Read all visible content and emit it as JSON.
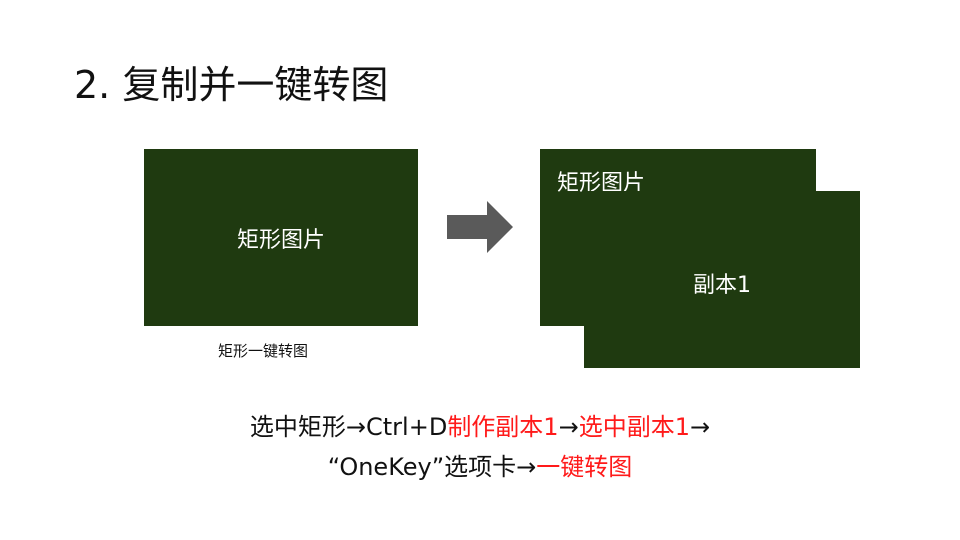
{
  "slide": {
    "title": "2. 复制并一键转图",
    "original_rect_label": "矩形图片",
    "original_caption": "矩形一键转图",
    "copy_back_label": "矩形图片",
    "copy_front_label": "副本1",
    "colors": {
      "rect": "#1f3a10",
      "arrow": "#5a5a5a",
      "highlight": "#ff1a1a"
    },
    "instructions": {
      "line1": [
        {
          "text": "选中矩形→Ctrl+D",
          "color": "#111111"
        },
        {
          "text": "制作副本1",
          "color": "#ff1a1a"
        },
        {
          "text": "→",
          "color": "#111111"
        },
        {
          "text": "选中副本1",
          "color": "#ff1a1a"
        },
        {
          "text": "→",
          "color": "#111111"
        }
      ],
      "line2": [
        {
          "text": "“OneKey”选项卡→",
          "color": "#111111"
        },
        {
          "text": "一键转图",
          "color": "#ff1a1a"
        }
      ]
    }
  }
}
